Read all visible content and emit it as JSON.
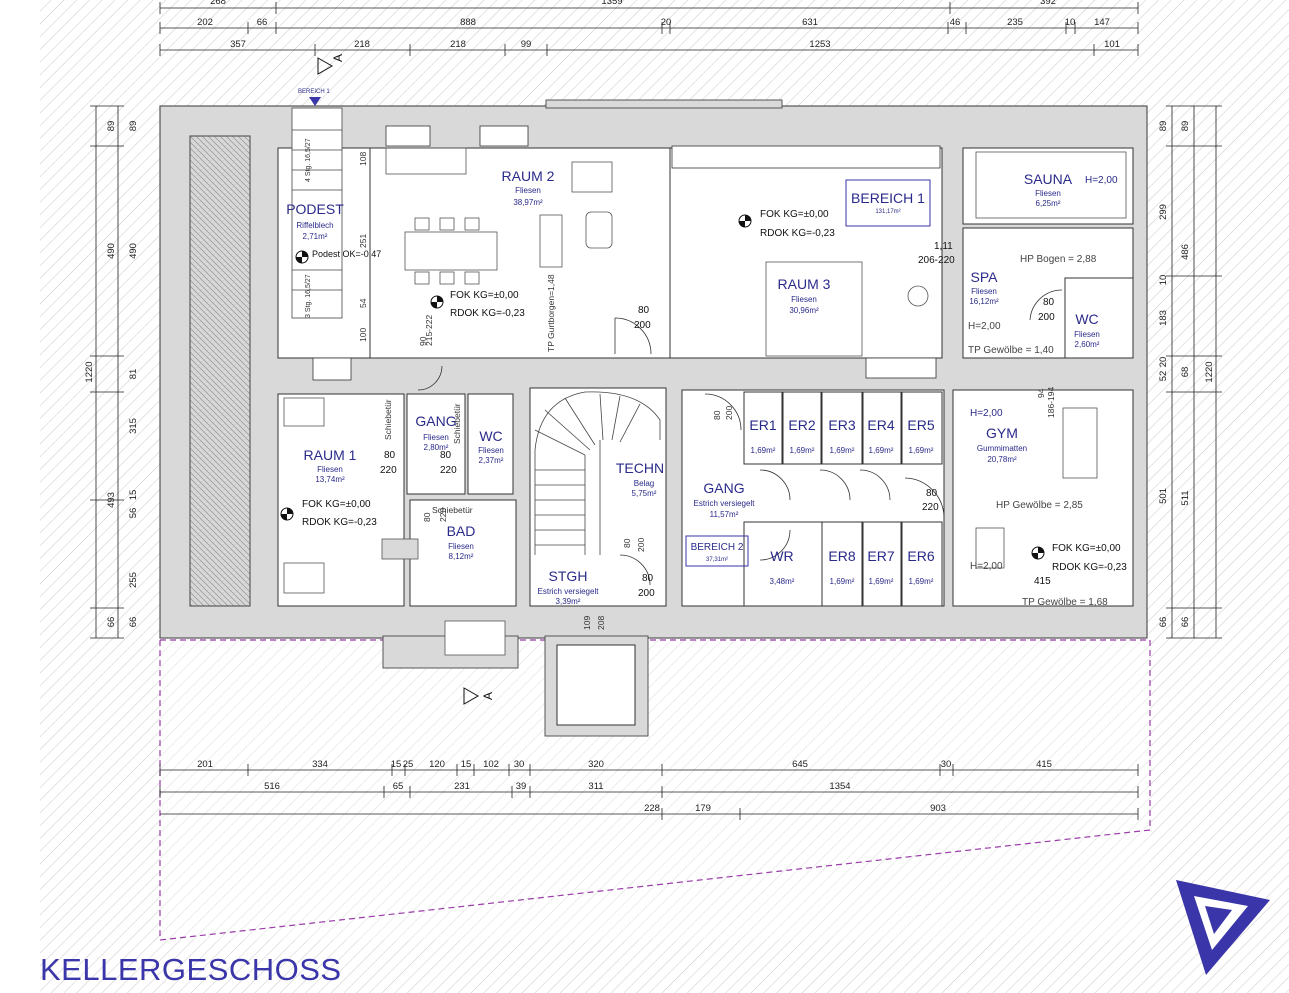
{
  "title": "KELLERGESCHOSS",
  "colors": {
    "accent": "#3a35a8",
    "wall": "#d9d9d9",
    "dim": "#222222",
    "purple": "#9a3ca8"
  },
  "icons": [
    "section-marker-icon",
    "level-marker-icon",
    "logo-icon"
  ],
  "dims_top_1": [
    "268",
    "1359",
    "392"
  ],
  "dims_top_2": [
    "202",
    "66",
    "888",
    "20",
    "631",
    "46",
    "235",
    "10",
    "147"
  ],
  "dims_top_3": [
    "357",
    "218",
    "218",
    "99",
    "1253",
    "101"
  ],
  "dims_bottom_1": [
    "201",
    "334",
    "15",
    "25",
    "120",
    "15",
    "102",
    "30",
    "320",
    "645",
    "30",
    "415"
  ],
  "dims_bottom_2": [
    "516",
    "65",
    "231",
    "39",
    "311",
    "1354"
  ],
  "dims_bottom_3": [
    "228",
    "179",
    "903"
  ],
  "dims_left_inner": [
    "89",
    "490",
    "81",
    "315",
    "56",
    "15",
    "255",
    "66"
  ],
  "dims_left_outer": [
    "89",
    "490",
    "1220",
    "493",
    "66"
  ],
  "dims_right_inner": [
    "89",
    "299",
    "10",
    "183",
    "20",
    "52",
    "501",
    "66"
  ],
  "dims_right_outer": [
    "89",
    "486",
    "68",
    "1220",
    "511",
    "66"
  ],
  "rooms": {
    "podest": {
      "name": "PODEST",
      "floor": "Riffelblech",
      "area": "2,71m²"
    },
    "raum2": {
      "name": "RAUM 2",
      "floor": "Fliesen",
      "area": "38,97m²"
    },
    "raum3": {
      "name": "RAUM 3",
      "floor": "Fliesen",
      "area": "30,96m²"
    },
    "bereich1": {
      "name": "BEREICH 1",
      "area": "131,17m²"
    },
    "sauna": {
      "name": "SAUNA",
      "height": "H=2,00",
      "floor": "Fliesen",
      "area": "6,25m²"
    },
    "spa": {
      "name": "SPA",
      "floor": "Fliesen",
      "area": "16,12m²"
    },
    "wc_r": {
      "name": "WC",
      "floor": "Fliesen",
      "area": "2,60m²"
    },
    "raum1": {
      "name": "RAUM 1",
      "floor": "Fliesen",
      "area": "13,74m²"
    },
    "gang_l": {
      "name": "GANG",
      "floor": "Fliesen",
      "area": "2,80m²"
    },
    "wc_l": {
      "name": "WC",
      "floor": "Fliesen",
      "area": "2,37m²"
    },
    "bad": {
      "name": "BAD",
      "floor": "Fliesen",
      "area": "8,12m²"
    },
    "techn": {
      "name": "TECHN",
      "floor": "Belag",
      "area": "5,75m²"
    },
    "stgh": {
      "name": "STGH",
      "floor": "Estrich versiegelt",
      "area": "3,39m²"
    },
    "gang_m": {
      "name": "GANG",
      "floor": "Estrich versiegelt",
      "area": "11,57m²"
    },
    "bereich2": {
      "name": "BEREICH 2",
      "area": "37,31m²"
    },
    "wr": {
      "name": "WR",
      "area": "3,48m²"
    },
    "gym": {
      "name": "GYM",
      "height": "H=2,00",
      "floor": "Gummimatten",
      "area": "20,78m²"
    },
    "er": [
      {
        "name": "ER1",
        "area": "1,69m²"
      },
      {
        "name": "ER2",
        "area": "1,69m²"
      },
      {
        "name": "ER3",
        "area": "1,69m²"
      },
      {
        "name": "ER4",
        "area": "1,69m²"
      },
      {
        "name": "ER5",
        "area": "1,69m²"
      },
      {
        "name": "ER8",
        "area": "1,69m²"
      },
      {
        "name": "ER7",
        "area": "1,69m²"
      },
      {
        "name": "ER6",
        "area": "1,69m²"
      }
    ]
  },
  "levels": {
    "fok": "FOK KG=±0,00",
    "rdok": "RDOK KG=-0,23",
    "podest_ok": "Podest OK=-0,47",
    "h200": "H=2,00",
    "hp_bogen": "HP Bogen = 2,88",
    "tp_gewoelbe_140": "TP Gewölbe = 1,40",
    "hp_gewoelbe_285": "HP Gewölbe = 2,85",
    "tp_gewoelbe_168": "TP Gewölbe = 1,68",
    "tp_gurtborgen": "TP Gurtborgen=1,48",
    "schiebetuer": "Schiebetür",
    "bereich_small": "BEREICH 1",
    "section_a": "A",
    "stairs_a": "4 Stg. 16,5/27",
    "stairs_b": "3 Stg. 16,5/27"
  },
  "door_dims": {
    "d80": "80",
    "d200": "200",
    "d220": "220",
    "d90": "90",
    "d206_220": "206-220",
    "d111": "1,11",
    "d186_194": "186-194",
    "d94": "94",
    "d215_222": "215-222",
    "d415": "415",
    "d109": "109",
    "d208": "208",
    "d251": "251",
    "d54": "54",
    "d100": "100",
    "d108": "108"
  }
}
